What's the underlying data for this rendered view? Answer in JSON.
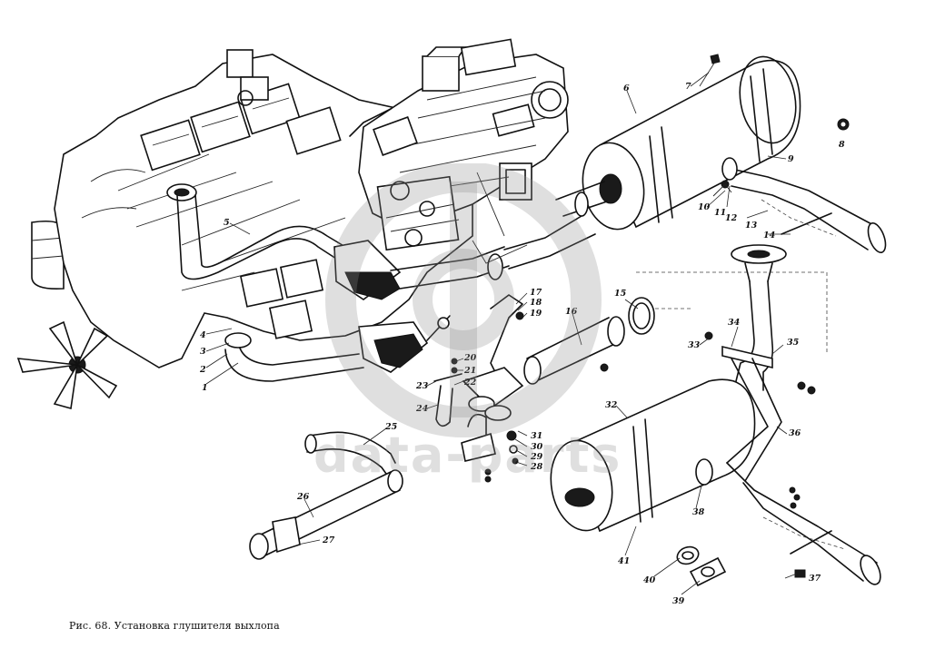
{
  "figure": {
    "caption": "Рис. 68. Установка глушителя выхлопа"
  },
  "watermark": {
    "text": "data-parts",
    "color": "#8c8c8c"
  },
  "callouts": [
    "1",
    "2",
    "3",
    "4",
    "5",
    "6",
    "7",
    "8",
    "9",
    "10",
    "11",
    "12",
    "13",
    "14",
    "15",
    "16",
    "17",
    "18",
    "19",
    "20",
    "21",
    "22",
    "23",
    "24",
    "25",
    "26",
    "27",
    "28",
    "29",
    "30",
    "31",
    "32",
    "33",
    "34",
    "35",
    "36",
    "37",
    "38",
    "39",
    "40",
    "41"
  ]
}
